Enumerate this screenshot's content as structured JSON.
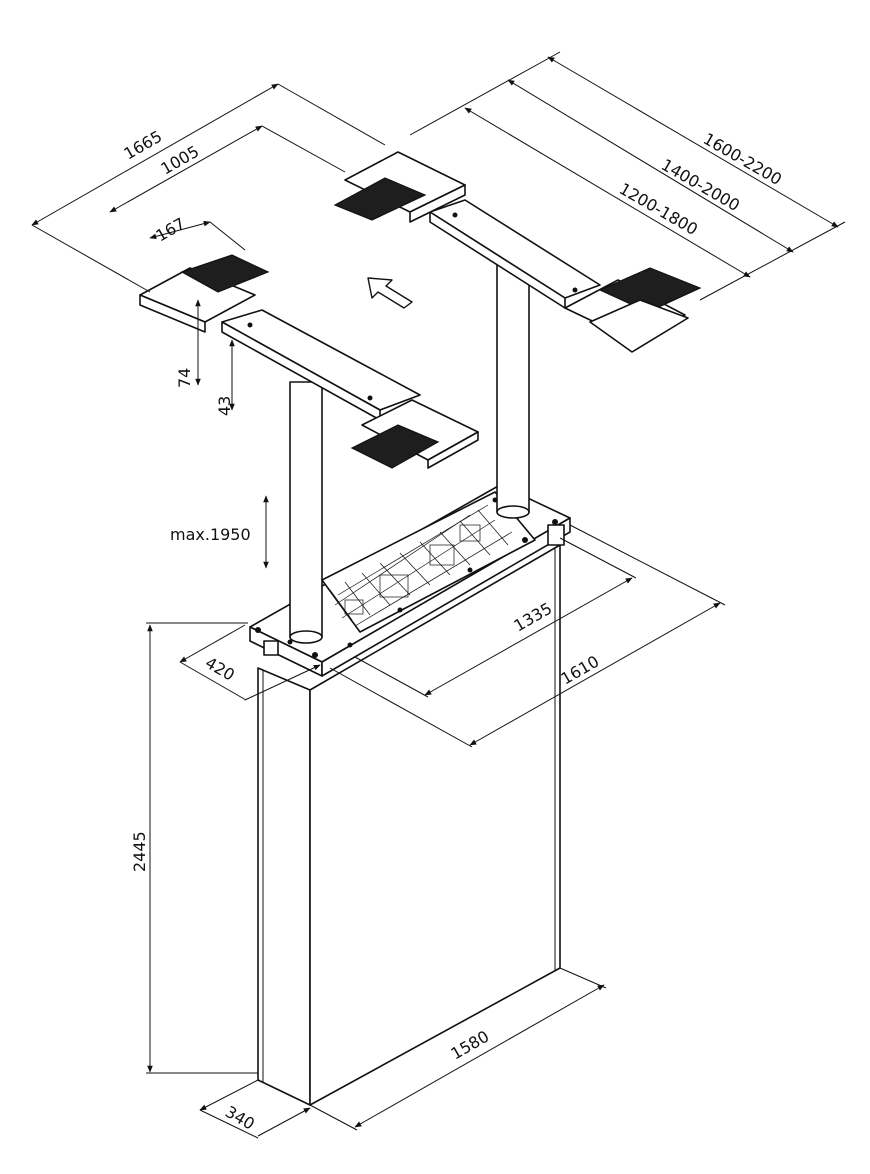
{
  "dimensions": {
    "d1665": "1665",
    "d1005": "1005",
    "d167": "167",
    "d74": "74",
    "d43": "43",
    "d1600_2200": "1600-2200",
    "d1400_2000": "1400-2000",
    "d1200_1800": "1200-1800",
    "max_travel": "max.1950",
    "d1335": "1335",
    "d1610": "1610",
    "d420": "420",
    "d2445": "2445",
    "d1580": "1580",
    "d340": "340"
  },
  "colors": {
    "line": "#111111",
    "pad": "#1e1e1e",
    "background": "#ffffff"
  },
  "icons": {
    "direction": "direction-arrow-icon",
    "travel": "vertical-travel-arrow-icon"
  }
}
